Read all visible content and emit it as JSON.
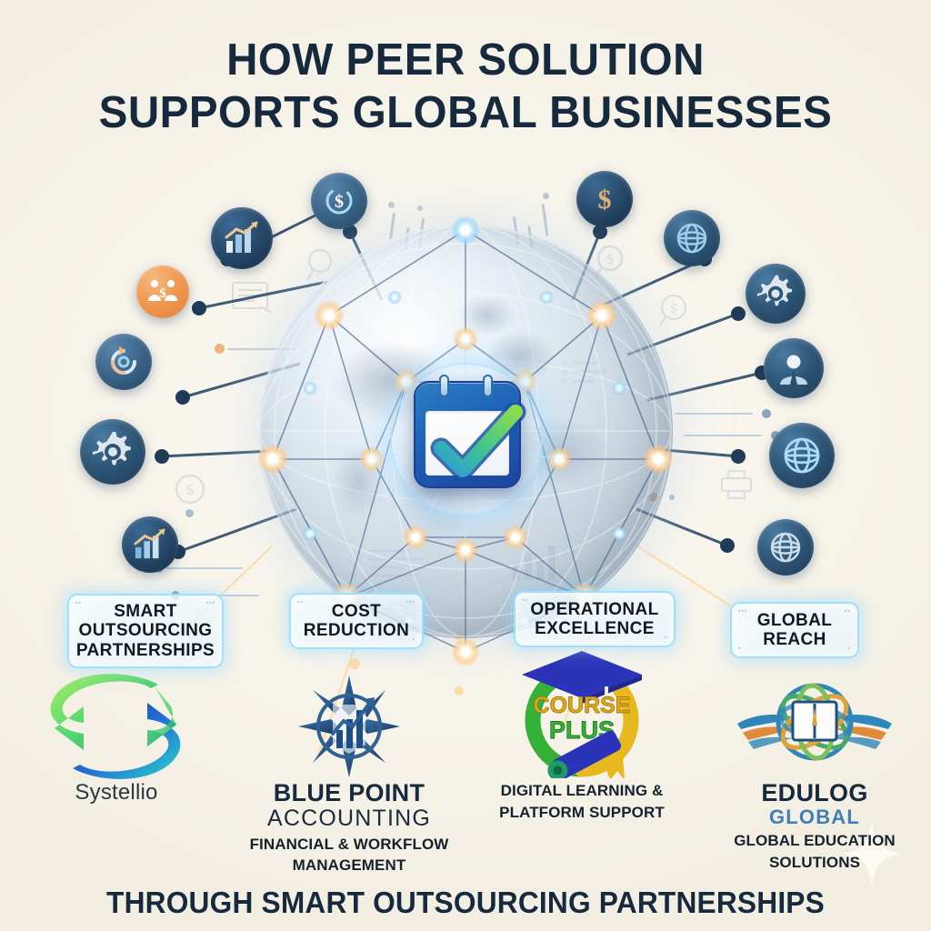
{
  "title": {
    "line1": "HOW PEER SOLUTION",
    "line2": "SUPPORTS GLOBAL BUSINESSES",
    "color": "#17293d"
  },
  "background": {
    "color": "#f7f3ea"
  },
  "center": {
    "icon": "calendar-check-icon",
    "description": "Calendar with green checkmark over a wireframe globe network"
  },
  "globe": {
    "label": "globe-network-graphic",
    "node_color": "#ffe0b2",
    "link_color": "#3c5b79",
    "glow_color": "#bfe8ff"
  },
  "callouts": [
    {
      "id": "smart-outsourcing-partnerships",
      "label": "SMART\nOUTSOURCING\nPARTNERSHIPS",
      "line1": "SMART",
      "line2": "OUTSOURCING",
      "line3": "PARTNERSHIPS"
    },
    {
      "id": "cost-reduction",
      "label": "COST REDUCTION",
      "line1": "COST",
      "line2": "REDUCTION",
      "line3": ""
    },
    {
      "id": "operational-excellence",
      "label": "OPERATIONAL EXCELLENCE",
      "line1": "OPERATIONAL",
      "line2": "EXCELLENCE",
      "line3": ""
    },
    {
      "id": "global-reach",
      "label": "GLOBAL REACH",
      "line1": "GLOBAL",
      "line2": "REACH",
      "line3": ""
    }
  ],
  "partners": [
    {
      "id": "systellio",
      "emblem": "s-arrows-logo",
      "name": "Systellio",
      "name_style": "plain",
      "sub1": "",
      "sub2": ""
    },
    {
      "id": "blue-point-accounting",
      "emblem": "compass-chart-logo",
      "name": "BLUE POINT",
      "name2": "ACCOUNTING",
      "sub1": "FINANCIAL & WORKFLOW",
      "sub2": "MANAGEMENT"
    },
    {
      "id": "course-plus",
      "emblem": "graduation-cap-diploma-logo",
      "name": "COURSE",
      "name2": "PLUS",
      "sub1": "DIGITAL LEARNING &",
      "sub2": "PLATFORM SUPPORT"
    },
    {
      "id": "edulog-global",
      "emblem": "winged-globe-book-logo",
      "name": "EDULOG",
      "name2": "GLOBAL",
      "sub1": "GLOBAL EDUCATION",
      "sub2": "SOLUTIONS"
    }
  ],
  "footer": {
    "text": "THROUGH SMART OUTSOURCING PARTNERSHIPS"
  },
  "spoke_icons": [
    {
      "id": "bar-chart-growth-icon-top-left",
      "icon": "bar-chart-arrow-icon",
      "tone": "navy"
    },
    {
      "id": "handshake-money-icon",
      "icon": "handshake-dollar-icon",
      "tone": "orange"
    },
    {
      "id": "sync-refresh-icon",
      "icon": "refresh-cycle-icon",
      "tone": "steel"
    },
    {
      "id": "gear-icon-left",
      "icon": "gear-icon",
      "tone": "dark"
    },
    {
      "id": "bar-chart-growth-icon-left",
      "icon": "bar-chart-arrow-icon",
      "tone": "navy"
    },
    {
      "id": "dollar-refresh-icon-top",
      "icon": "dollar-refresh-icon",
      "tone": "steel"
    },
    {
      "id": "dollar-icon-top",
      "icon": "dollar-sign-icon",
      "tone": "navy"
    },
    {
      "id": "globe-icon-top-right",
      "icon": "globe-icon",
      "tone": "dark"
    },
    {
      "id": "gear-icon-right",
      "icon": "gear-icon",
      "tone": "dark"
    },
    {
      "id": "user-profile-icon",
      "icon": "user-icon",
      "tone": "dark"
    },
    {
      "id": "globe-icon-right",
      "icon": "globe-icon",
      "tone": "dark"
    },
    {
      "id": "globe-icon-bottom-right",
      "icon": "globe-icon",
      "tone": "dark"
    }
  ]
}
